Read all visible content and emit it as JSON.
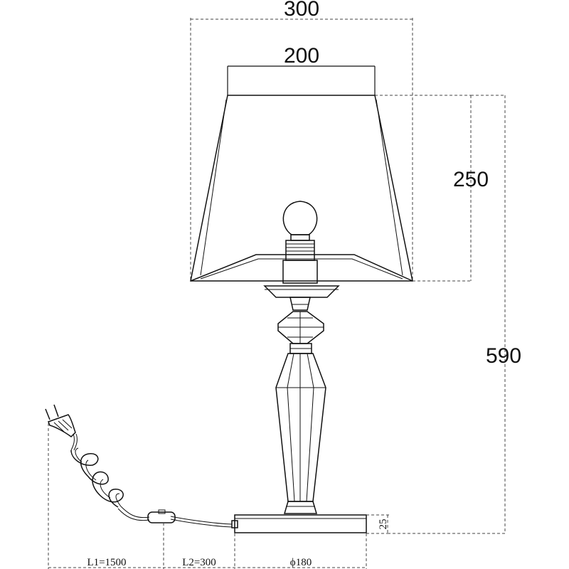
{
  "dimensions": {
    "shade_bottom_width": "300",
    "shade_top_width": "200",
    "shade_height": "250",
    "total_height": "590",
    "base_height": "25",
    "cord_length": "L1=1500",
    "switch_cord_length": "L2=300",
    "base_diameter": "ϕ180"
  },
  "colors": {
    "line": "#111111",
    "background": "#ffffff"
  },
  "icons": [
    "plug-icon",
    "switch-icon",
    "bulb-icon"
  ]
}
